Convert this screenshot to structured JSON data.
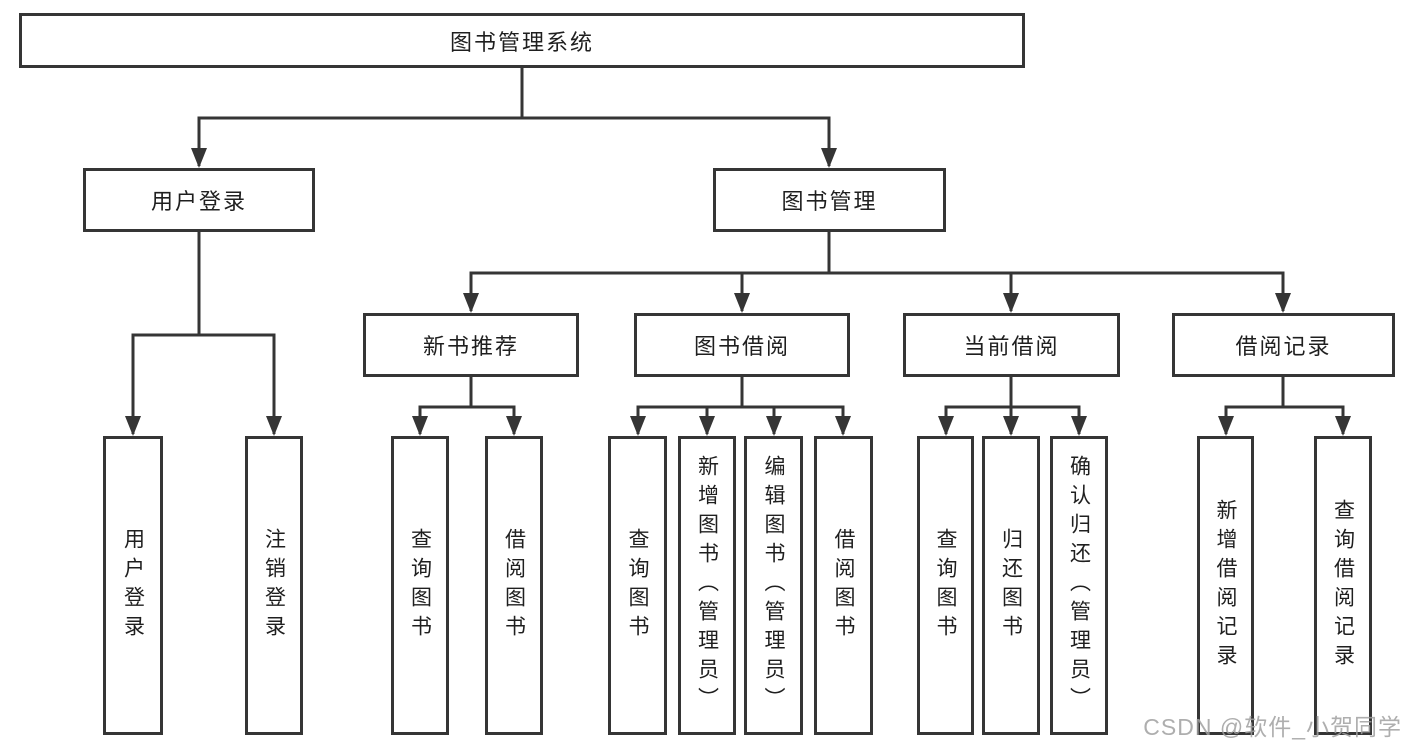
{
  "tree": {
    "root": {
      "label": "图书管理系统"
    },
    "level2": [
      {
        "label": "用户登录",
        "leaves": [
          "用户登录",
          "注销登录"
        ]
      },
      {
        "label": "图书管理",
        "groups": [
          {
            "label": "新书推荐",
            "leaves": [
              "查询图书",
              "借阅图书"
            ]
          },
          {
            "label": "图书借阅",
            "leaves": [
              "查询图书",
              "新增图书（管理员）",
              "编辑图书（管理员）",
              "借阅图书"
            ]
          },
          {
            "label": "当前借阅",
            "leaves": [
              "查询图书",
              "归还图书",
              "确认归还（管理员）"
            ]
          },
          {
            "label": "借阅记录",
            "leaves": [
              "新增借阅记录",
              "查询借阅记录"
            ]
          }
        ]
      }
    ]
  },
  "watermark": {
    "text": "CSDN @软件_小贺同学"
  },
  "colors": {
    "line": "#353535",
    "text": "#1f1f1f",
    "background": "#ffffff",
    "watermark": "#a0a0a0"
  }
}
